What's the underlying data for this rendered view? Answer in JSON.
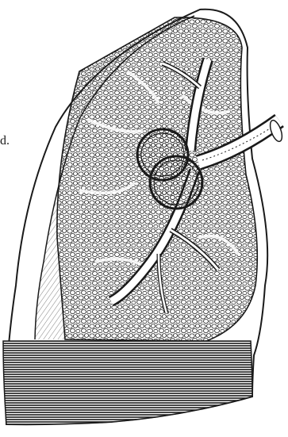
{
  "figure": {
    "subject": "lung-lobe-engraving",
    "ink_color": "#1a1a1a",
    "paper_color": "#ffffff",
    "icons": [
      "lung-outline",
      "bronchus-tube",
      "alveoli-texture",
      "hatched-base"
    ]
  },
  "text": {
    "stray_label": "d."
  }
}
